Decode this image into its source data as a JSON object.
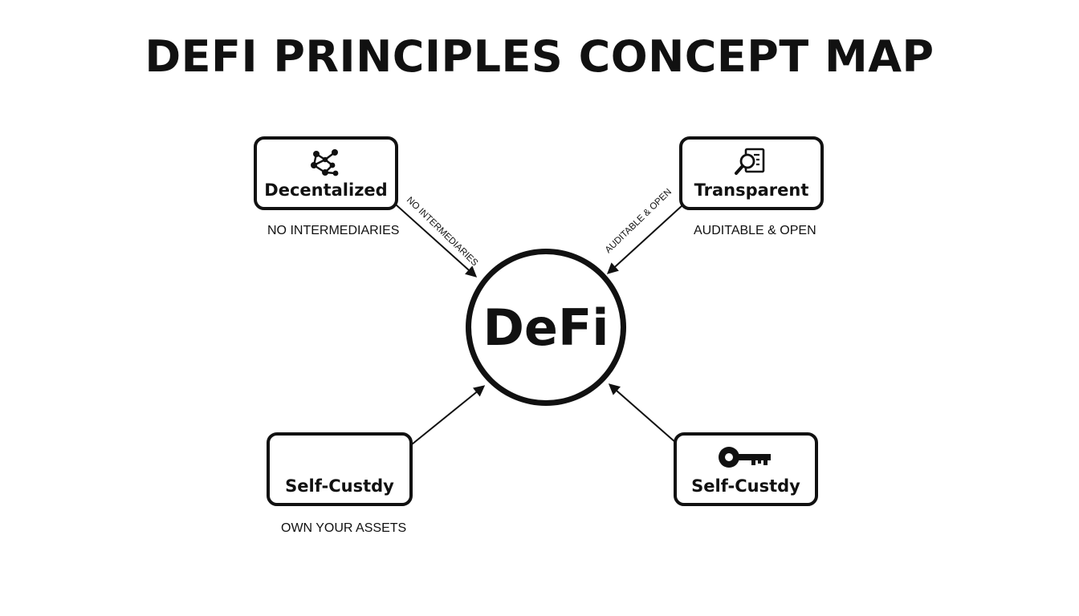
{
  "diagram": {
    "title": "DEFI PRINCIPLES CONCEPT MAP",
    "hub": {
      "label": "DeFi"
    },
    "nodes": {
      "decentralized": {
        "label": "Decentalized",
        "caption": "NO INTERMEDIARIES",
        "edge_label": "NO INTERMEDIARIES",
        "icon": "network-nodes-icon"
      },
      "transparent": {
        "label": "Transparent",
        "caption": "AUDITABLE & OPEN",
        "edge_label": "AUDITABLE & OPEN",
        "icon": "document-magnifier-icon"
      },
      "self_custody_left": {
        "label": "Self-Custdy",
        "caption": "OWN YOUR ASSETS"
      },
      "self_custody_right": {
        "label": "Self-Custdy",
        "icon": "key-icon"
      }
    },
    "colors": {
      "ink": "#111111",
      "background": "#ffffff"
    }
  }
}
